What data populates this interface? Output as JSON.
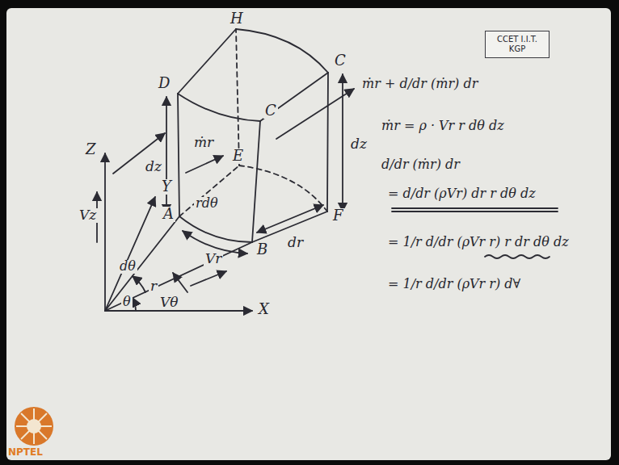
{
  "diagram": {
    "nodes": [
      {
        "text": [
          "CCET I.I.T. KGP"
        ]
      }
    ],
    "labels": [
      "H",
      "D",
      "C",
      "ṁr + d/dr (ṁr) dr",
      "C",
      "dz",
      "ṁr",
      "dz",
      "Z",
      "Vz",
      "E",
      "Y",
      "A",
      "rdθ",
      "B",
      "F",
      "dr",
      "Vr",
      "dθ",
      "r",
      "Vθ",
      "θ",
      "X",
      "ṁr = ρ · Vr r dθ dz",
      "d/dr (ṁr) dr",
      "= d/dr (ρVr) dr r dθ dz",
      "= 1/r d/dr (ρVr r) r dr dθ dz",
      "= 1/r d/dr (ρVr r) d∀",
      "NPTEL"
    ]
  }
}
